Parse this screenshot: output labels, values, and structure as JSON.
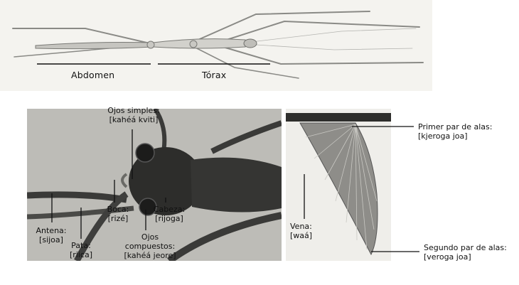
{
  "top": {
    "abdomen": "Abdomen",
    "thorax": "Tórax"
  },
  "labels": {
    "ojos_simples": {
      "line1": "Ojos simples:",
      "line2": "[kahéá kviti]"
    },
    "antena": {
      "line1": "Antena:",
      "line2": "[sijoa]"
    },
    "pata": {
      "line1": "Pata:",
      "line2": "[riica]"
    },
    "boca": {
      "line1": "Boca:",
      "line2": "[rizé]"
    },
    "cabeza": {
      "line1": "Cabeza:",
      "line2": "[rijoga]"
    },
    "ojos_compuestos": {
      "line1": "Ojos",
      "line2": "compuestos:",
      "line3": "[kahéá jeore]"
    },
    "vena": {
      "line1": "Vena:",
      "line2": "[waá]"
    },
    "primer_par": {
      "line1": "Primer par de alas:",
      "line2": "[kjeroga joa]"
    },
    "segundo_par": {
      "line1": "Segundo par de alas:",
      "line2": "[veroga joa]"
    }
  }
}
